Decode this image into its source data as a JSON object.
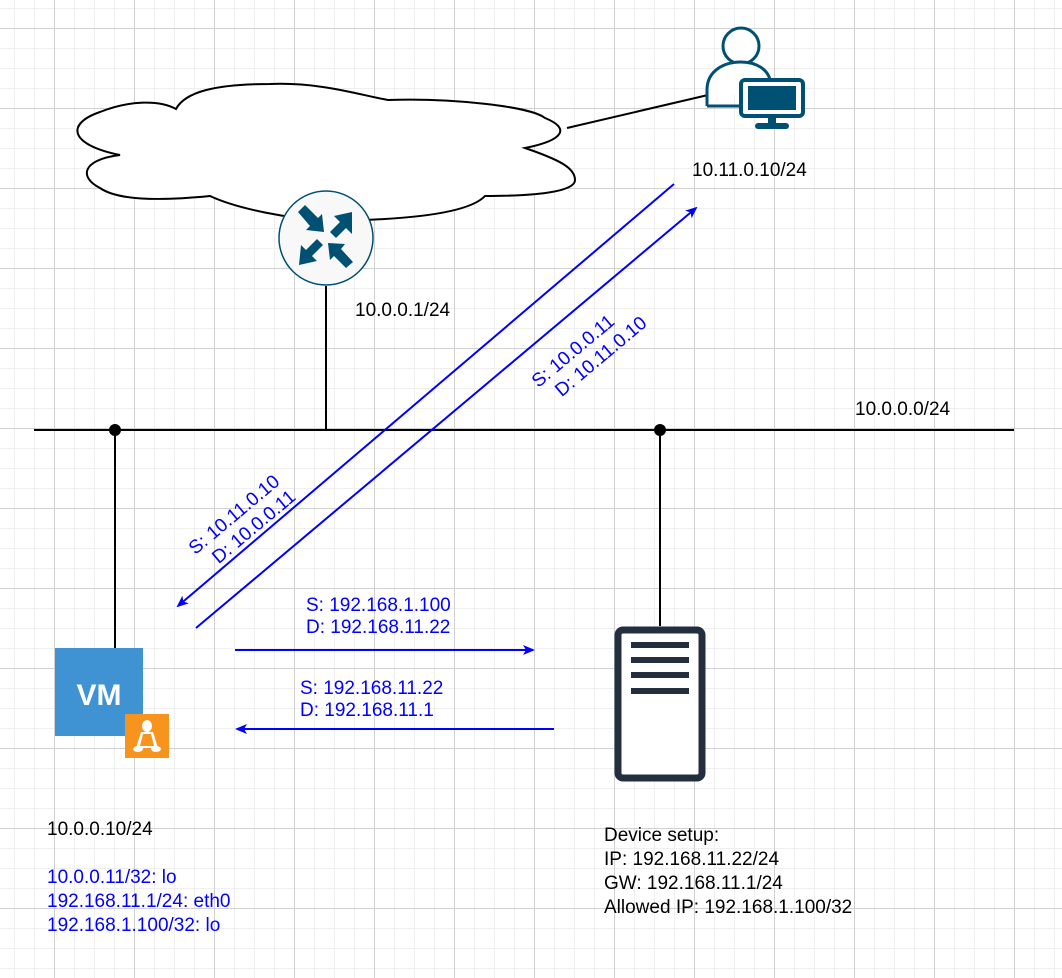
{
  "diagram": {
    "nodes": {
      "internet": {
        "icon": "cloud-icon"
      },
      "router": {
        "icon": "router-icon",
        "label": "10.0.0.1/24"
      },
      "remote_user": {
        "icon": "user-workstation-icon",
        "label": "10.11.0.10/24"
      },
      "lan": {
        "label": "10.0.0.0/24"
      },
      "vm": {
        "icon": "vm-icon",
        "badge_text": "VM",
        "os_badge": "linux-icon",
        "label": "10.0.0.10/24",
        "interfaces": [
          "10.0.0.11/32: lo",
          "192.168.11.1/24: eth0",
          "192.168.1.100/32: lo"
        ]
      },
      "device": {
        "icon": "server-icon",
        "setup": [
          "Device setup:",
          "IP: 192.168.11.22/24",
          "GW: 192.168.11.1/24",
          "Allowed IP: 192.168.1.100/32"
        ]
      }
    },
    "flows": {
      "user_to_vm": {
        "src": "S: 10.11.0.10",
        "dst": "D: 10.0.0.11"
      },
      "vm_to_user": {
        "src": "S: 10.0.0.11",
        "dst": "D: 10.11.0.10"
      },
      "vm_to_device": {
        "src": "S: 192.168.1.100",
        "dst": "D: 192.168.11.22"
      },
      "device_to_vm": {
        "src": "S: 192.168.11.22",
        "dst": "D: 192.168.11.1"
      }
    },
    "colors": {
      "flow": "#0000ff",
      "cisco_blue": "#005073",
      "vm_blue": "#3f93d2",
      "linux_orange": "#f7941d",
      "server_dark": "#232f3e"
    }
  }
}
